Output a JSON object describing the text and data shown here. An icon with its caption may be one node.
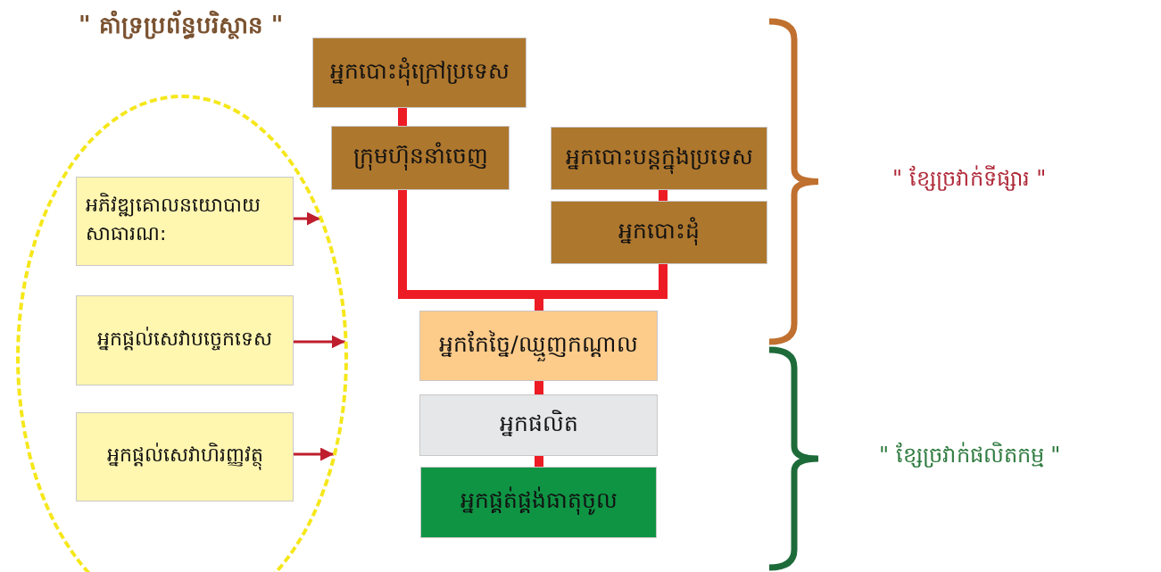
{
  "diagram": {
    "title": "\" គាំទ្រប្រព័ន្ធបរិស្ថាន \"",
    "nodes": [
      {
        "text": [],
        "shape": "ellipse"
      },
      {
        "text": [
          "អភិវឌ្ឍគោលនយោបាយ សាធារណ:"
        ],
        "in": 0
      },
      {
        "text": [
          "អ្នកផ្តល់សេវាបច្ចេកទេស"
        ],
        "in": 0
      },
      {
        "text": [
          "អ្នកផ្តល់សេវាហិរញ្ញវត្ថុ"
        ],
        "in": 0
      },
      {
        "text": [
          "អ្នកបោះដុំក្រៅប្រទេស"
        ]
      },
      {
        "text": [
          "ក្រុមហ៊ុននាំចេញ"
        ]
      },
      {
        "text": [
          "អ្នកបោះបន្តក្នុងប្រទេស"
        ]
      },
      {
        "text": [
          "អ្នកបោះដុំ"
        ]
      },
      {
        "text": [
          "អ្នកកែច្នៃ/ឈ្មួញកណ្តាល"
        ]
      },
      {
        "text": [
          "អ្នកផលិត"
        ]
      },
      {
        "text": [
          "អ្នកផ្គត់ផ្គង់ធាតុចូល"
        ]
      }
    ],
    "edges": [
      {
        "from": 4,
        "to": 5,
        "arrow": "none"
      },
      {
        "from": 6,
        "to": 7,
        "arrow": "none"
      },
      {
        "from": 5,
        "to": 8,
        "arrow": "none"
      },
      {
        "from": 7,
        "to": 8,
        "arrow": "none"
      },
      {
        "from": 8,
        "to": 9,
        "arrow": "none"
      },
      {
        "from": 9,
        "to": 10,
        "arrow": "none"
      },
      {
        "from": 1,
        "to": 0,
        "arrow": "to",
        "color": "#be1e2d"
      },
      {
        "from": 2,
        "to": 0,
        "arrow": "to",
        "color": "#be1e2d"
      },
      {
        "from": 3,
        "to": 0,
        "arrow": "to",
        "color": "#be1e2d"
      }
    ],
    "labels": [
      "\" ខ្សែច្រវាក់ទីផ្សារ \"",
      "\" ខ្សែច្រវាក់ផលិតកម្ម \""
    ]
  }
}
